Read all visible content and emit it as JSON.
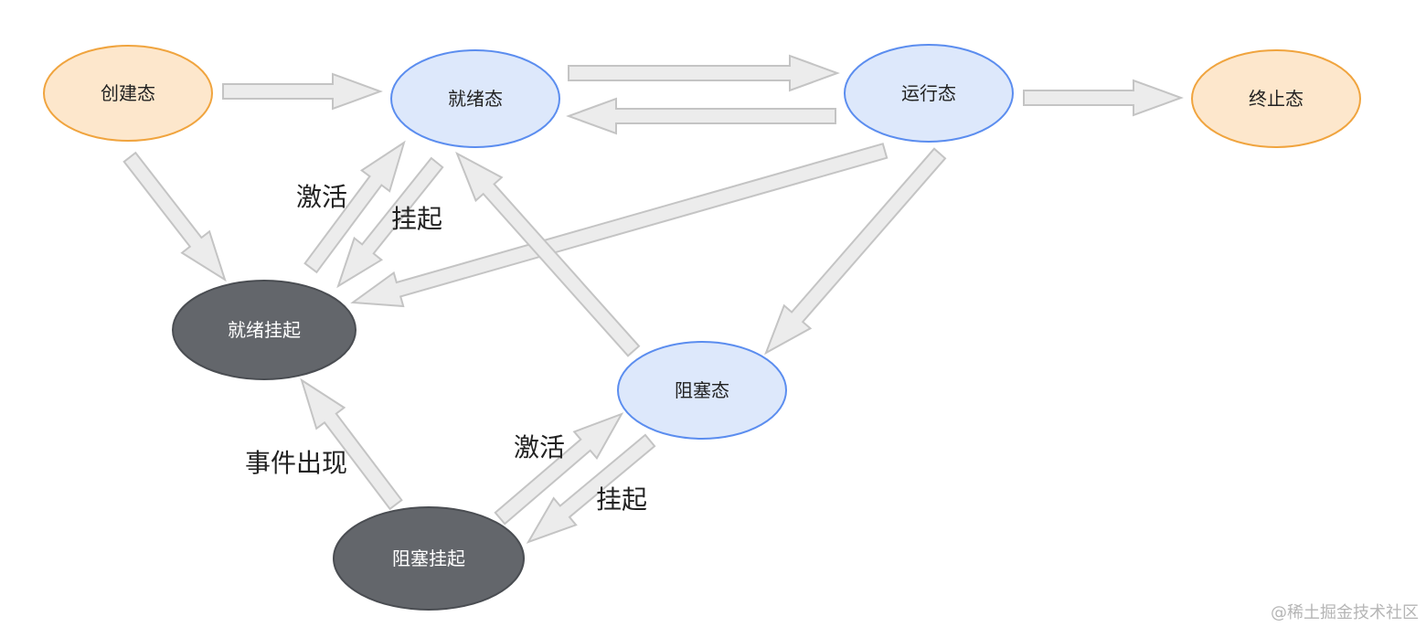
{
  "colors": {
    "orange_fill": "#fde7cc",
    "orange_stroke": "#f0a43e",
    "blue_fill": "#dde8fb",
    "blue_stroke": "#5b8def",
    "dark_fill": "#63666b",
    "dark_stroke": "#4a4d52",
    "arrow_fill": "#ececec",
    "arrow_stroke": "#c4c4c4",
    "text_dark": "#222222",
    "text_light": "#ffffff"
  },
  "nodes": {
    "create": {
      "label": "创建态",
      "style": "orange"
    },
    "ready": {
      "label": "就绪态",
      "style": "blue"
    },
    "running": {
      "label": "运行态",
      "style": "blue"
    },
    "terminated": {
      "label": "终止态",
      "style": "orange"
    },
    "ready_suspended": {
      "label": "就绪挂起",
      "style": "dark"
    },
    "blocked": {
      "label": "阻塞态",
      "style": "blue"
    },
    "blocked_suspended": {
      "label": "阻塞挂起",
      "style": "dark"
    }
  },
  "edges": [
    {
      "from": "create",
      "to": "ready"
    },
    {
      "from": "ready",
      "to": "running"
    },
    {
      "from": "running",
      "to": "ready"
    },
    {
      "from": "running",
      "to": "terminated"
    },
    {
      "from": "create",
      "to": "ready_suspended"
    },
    {
      "from": "ready_suspended",
      "to": "ready",
      "label": "activate"
    },
    {
      "from": "ready",
      "to": "ready_suspended",
      "label": "suspend"
    },
    {
      "from": "running",
      "to": "ready_suspended"
    },
    {
      "from": "running",
      "to": "blocked"
    },
    {
      "from": "blocked",
      "to": "ready"
    },
    {
      "from": "blocked_suspended",
      "to": "ready_suspended",
      "label": "event"
    },
    {
      "from": "blocked_suspended",
      "to": "blocked",
      "label": "activate2"
    },
    {
      "from": "blocked",
      "to": "blocked_suspended",
      "label": "suspend2"
    }
  ],
  "labels": {
    "activate": "激活",
    "suspend": "挂起",
    "event": "事件出现",
    "activate2": "激活",
    "suspend2": "挂起"
  },
  "watermark": "@稀土掘金技术社区"
}
